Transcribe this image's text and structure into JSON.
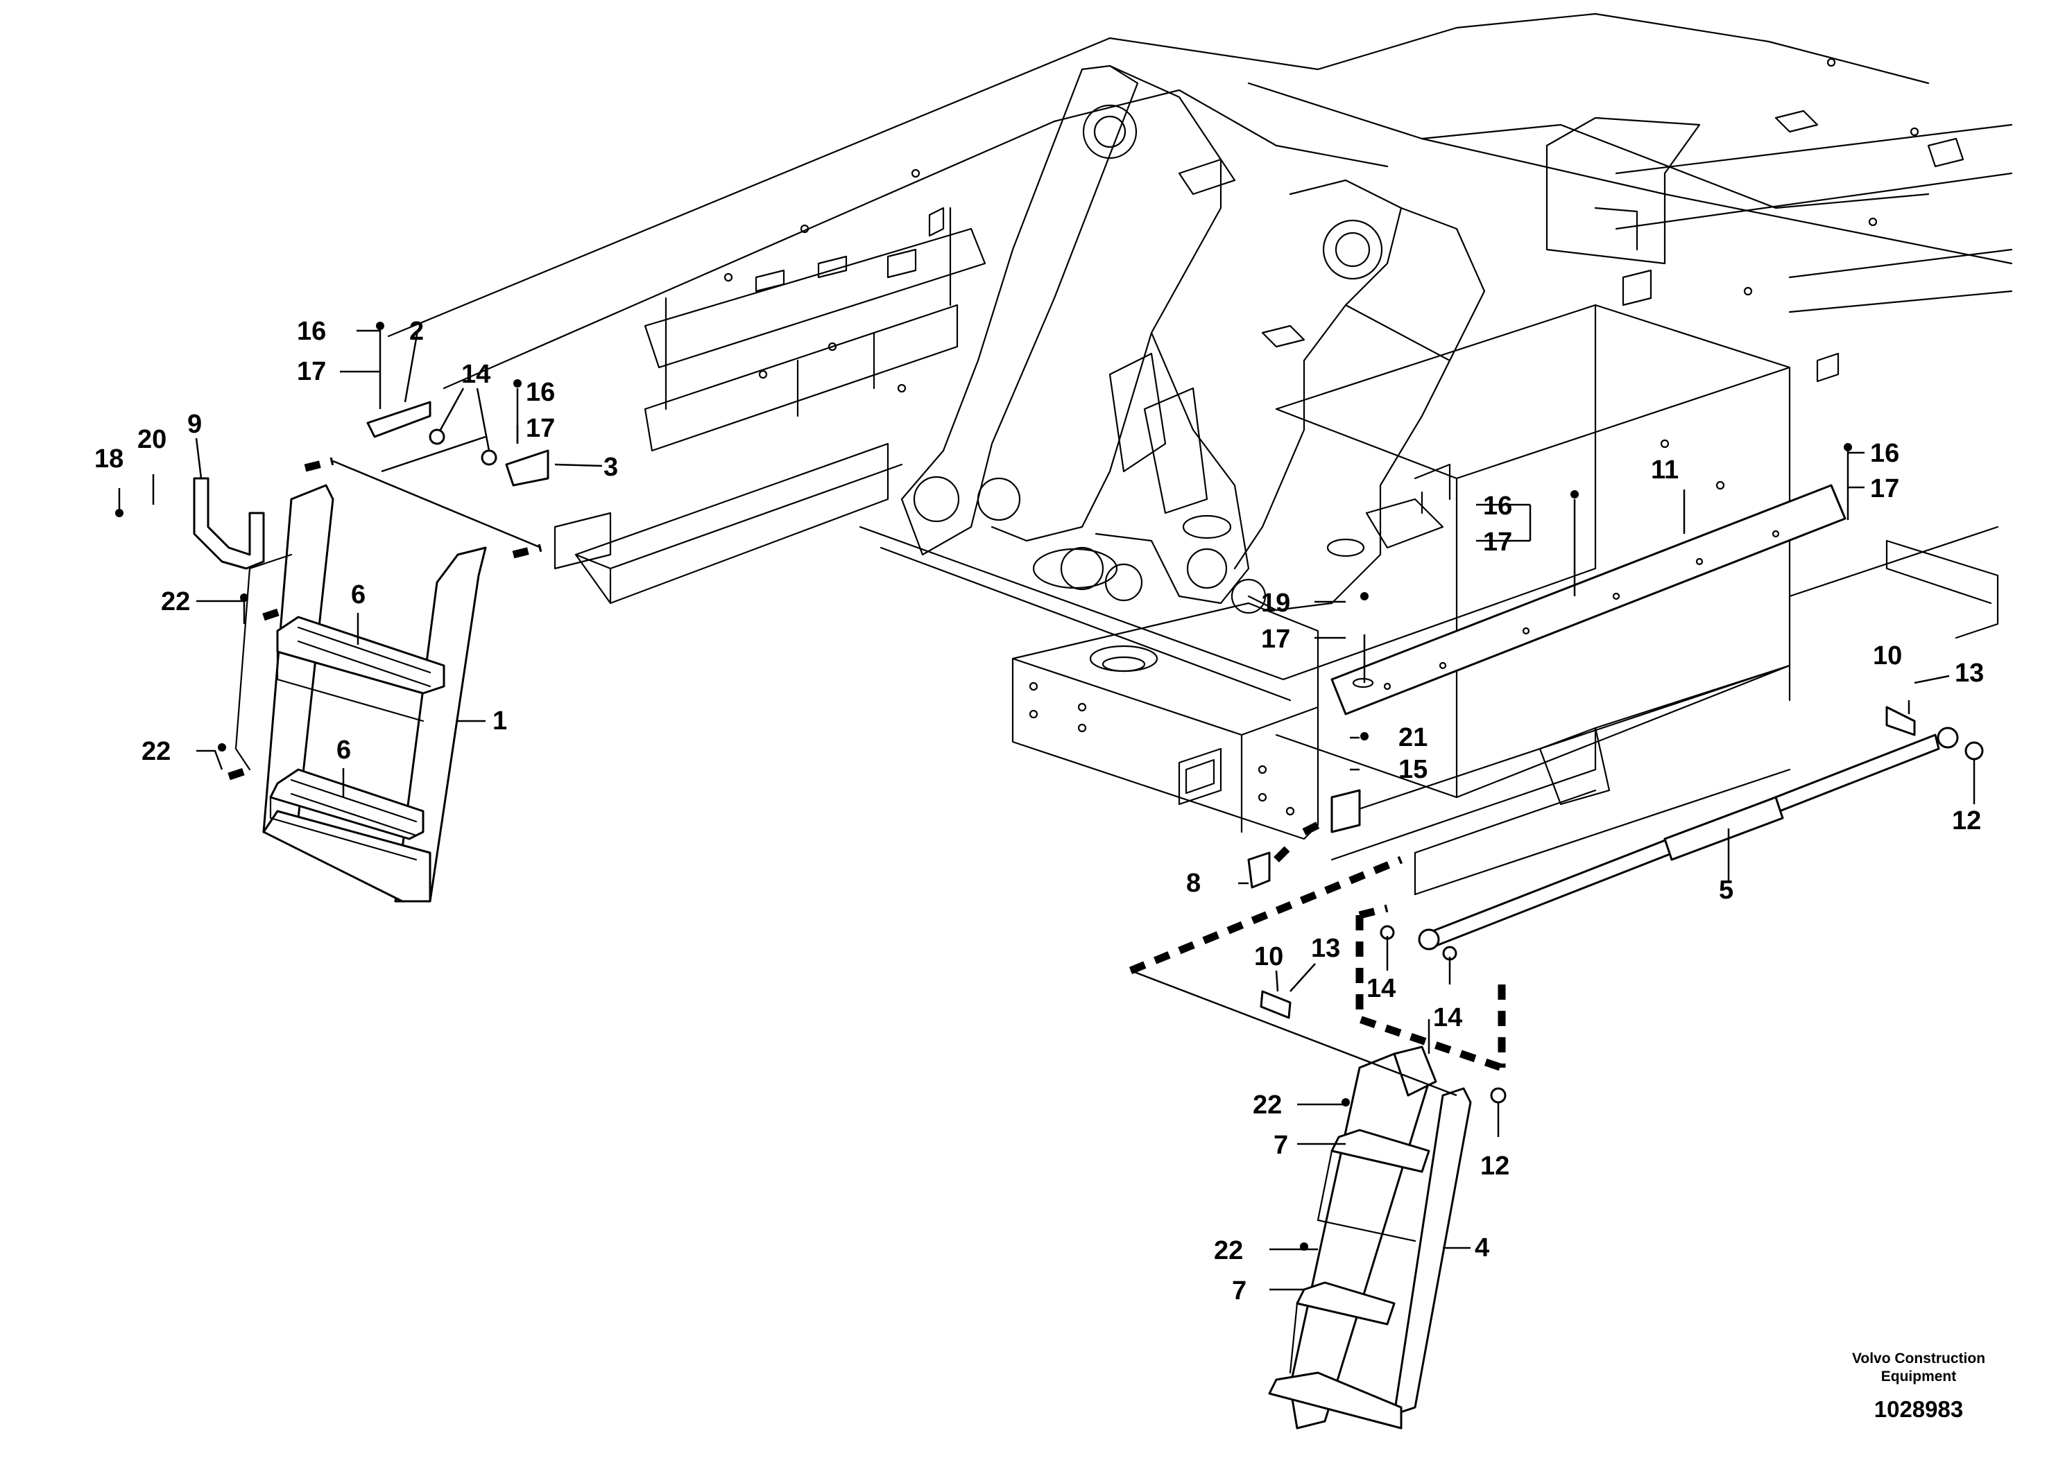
{
  "callouts": {
    "c1": "1",
    "c2": "2",
    "c3": "3",
    "c4": "4",
    "c5": "5",
    "c6a": "6",
    "c6b": "6",
    "c7a": "7",
    "c7b": "7",
    "c8": "8",
    "c9": "9",
    "c10a": "10",
    "c10b": "10",
    "c11": "11",
    "c12a": "12",
    "c12b": "12",
    "c13a": "13",
    "c13b": "13",
    "c14a": "14",
    "c14b": "14",
    "c14c": "14",
    "c15": "15",
    "c16a": "16",
    "c16b": "16",
    "c16c": "16",
    "c16d": "16",
    "c17a": "17",
    "c17b": "17",
    "c17c": "17",
    "c17d": "17",
    "c17e": "17",
    "c18": "18",
    "c19": "19",
    "c20": "20",
    "c21": "21",
    "c22a": "22",
    "c22b": "22",
    "c22c": "22",
    "c22d": "22"
  },
  "footer": {
    "brand_line1": "Volvo Construction",
    "brand_line2": "Equipment",
    "doc_number": "1028983"
  }
}
